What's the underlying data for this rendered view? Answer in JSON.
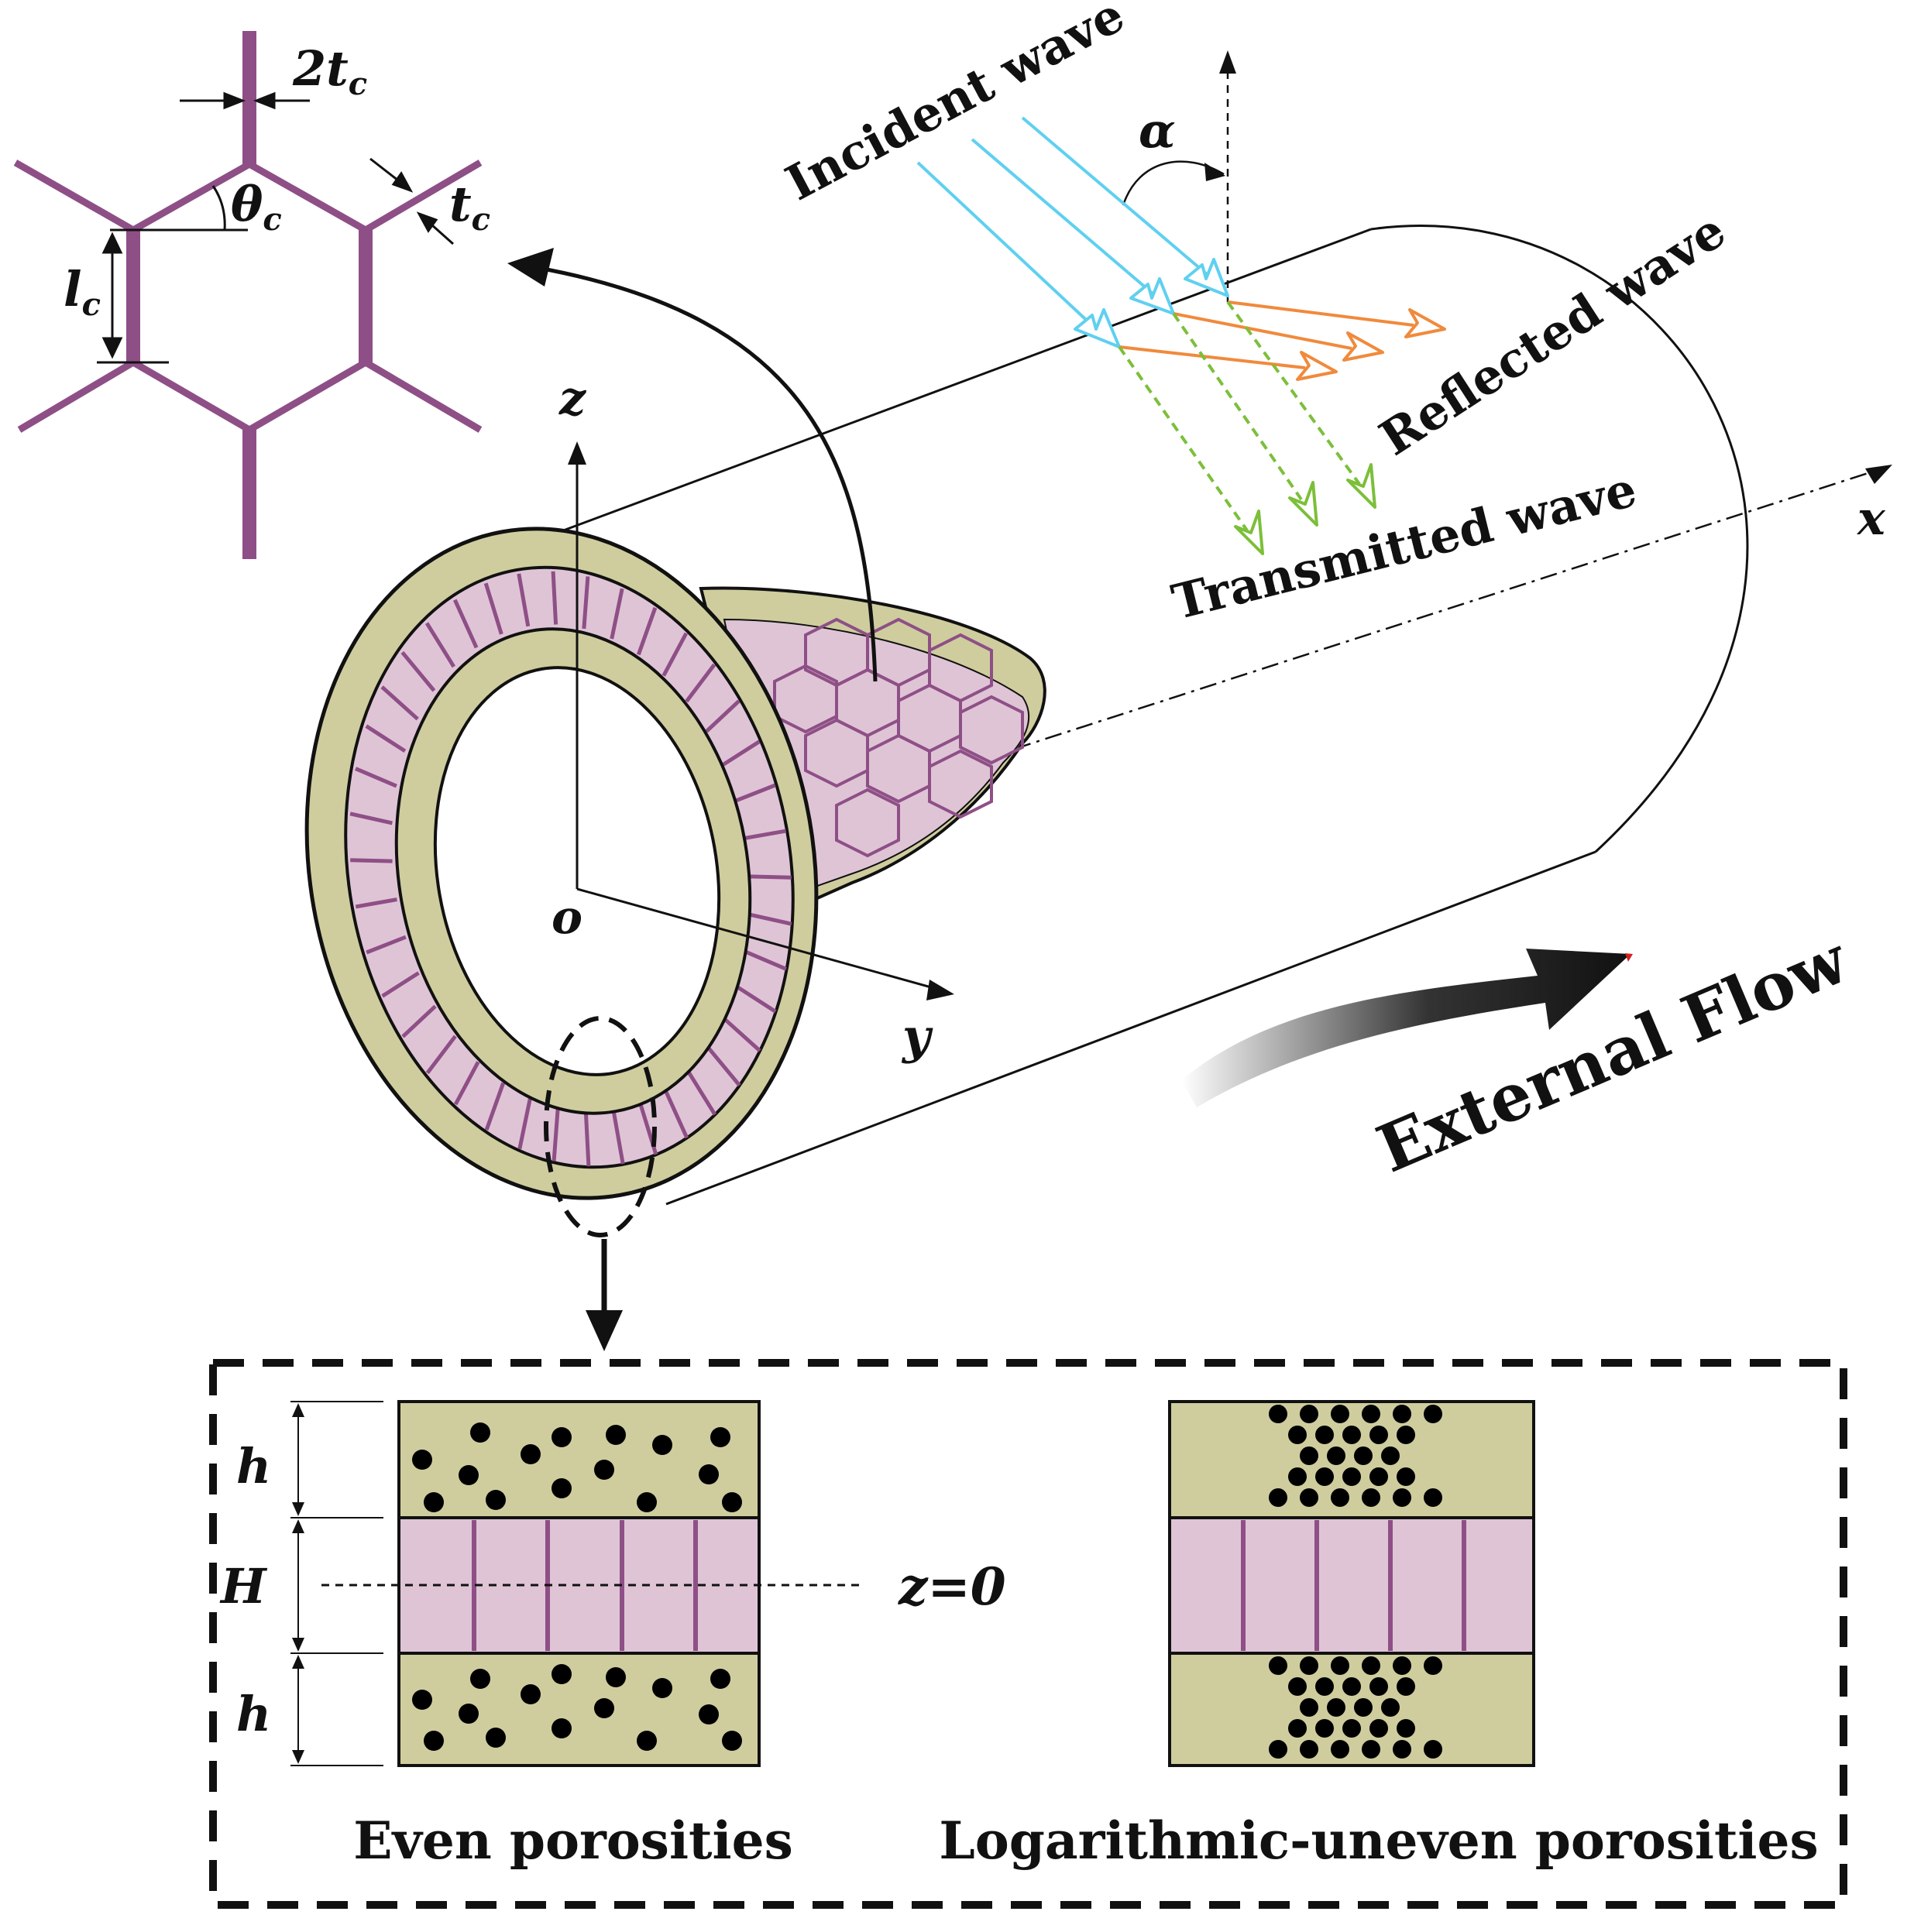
{
  "honeycomb": {
    "label_2tc": "2t",
    "label_2tc_sub": "c",
    "label_theta": "θ",
    "label_theta_sub": "c",
    "label_tc": "t",
    "label_tc_sub": "c",
    "label_lc": "l",
    "label_lc_sub": "c"
  },
  "waves": {
    "incident": "Incident wave",
    "reflected": "Reflected wave",
    "transmitted": "Transmitted wave",
    "angle": "α"
  },
  "axes": {
    "x": "x",
    "y": "y",
    "z": "z",
    "origin": "o"
  },
  "flow": {
    "label": "External Flow"
  },
  "detail": {
    "h_top": "h",
    "H": "H",
    "h_bottom": "h",
    "z0": "z=0",
    "even_label": "Even porosities",
    "log_label": "Logarithmic-uneven porosities"
  },
  "colors": {
    "face_sheet": "#cfcd9e",
    "core": "#dfc4d6",
    "cell_wall": "#8e4f86",
    "incident": "#5fd0f0",
    "reflected": "#f08a3c",
    "transmitted": "#7cbf3a"
  }
}
